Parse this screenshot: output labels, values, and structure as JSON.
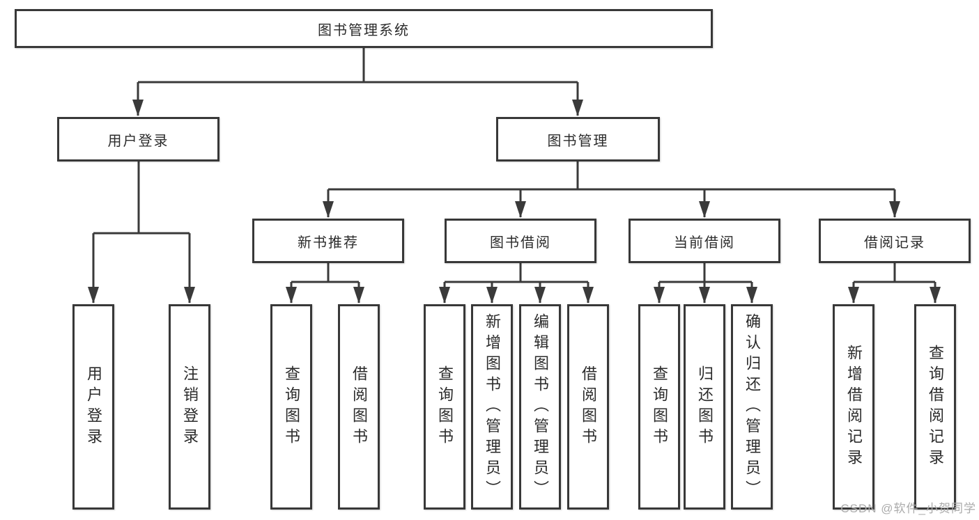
{
  "diagram": {
    "nodes": {
      "root": {
        "label": "图书管理系统"
      },
      "level2": [
        {
          "label": "用户登录"
        },
        {
          "label": "图书管理"
        }
      ],
      "level3": [
        {
          "label": "新书推荐",
          "parent": "图书管理"
        },
        {
          "label": "图书借阅",
          "parent": "图书管理"
        },
        {
          "label": "当前借阅",
          "parent": "图书管理"
        },
        {
          "label": "借阅记录",
          "parent": "图书管理"
        }
      ],
      "leaves": [
        {
          "label": "用户登录",
          "parent": "用户登录"
        },
        {
          "label": "注销登录",
          "parent": "用户登录"
        },
        {
          "label": "查询图书",
          "parent": "新书推荐"
        },
        {
          "label": "借阅图书",
          "parent": "新书推荐"
        },
        {
          "label": "查询图书",
          "parent": "图书借阅"
        },
        {
          "label": "新增图书（管理员）",
          "parent": "图书借阅"
        },
        {
          "label": "编辑图书（管理员）",
          "parent": "图书借阅"
        },
        {
          "label": "借阅图书",
          "parent": "图书借阅"
        },
        {
          "label": "查询图书",
          "parent": "当前借阅"
        },
        {
          "label": "归还图书",
          "parent": "当前借阅"
        },
        {
          "label": "确认归还（管理员）",
          "parent": "当前借阅"
        },
        {
          "label": "新增借阅记录",
          "parent": "借阅记录"
        },
        {
          "label": "查询借阅记录",
          "parent": "借阅记录"
        }
      ]
    },
    "watermark": "CSDN @软件_小贺同学",
    "colors": {
      "line": "#3a3a3a",
      "border": "#383838",
      "text": "#2b2b2b",
      "watermark": "#ababab",
      "background": "#ffffff"
    }
  }
}
